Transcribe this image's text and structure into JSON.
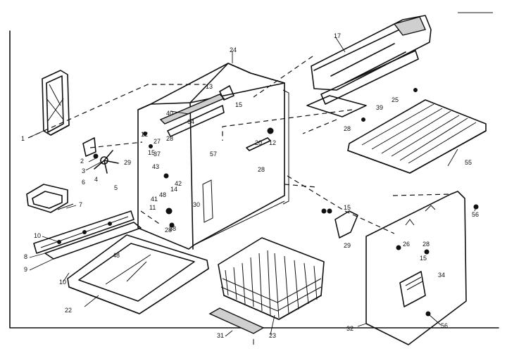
{
  "callouts": [
    {
      "id": "c1",
      "text": "1"
    },
    {
      "id": "c2",
      "text": "2"
    },
    {
      "id": "c3",
      "text": "3"
    },
    {
      "id": "c4",
      "text": "4"
    },
    {
      "id": "c5",
      "text": "5"
    },
    {
      "id": "c6",
      "text": "6"
    },
    {
      "id": "c7",
      "text": "7"
    },
    {
      "id": "c8",
      "text": "8"
    },
    {
      "id": "c9",
      "text": "9"
    },
    {
      "id": "c10a",
      "text": "10"
    },
    {
      "id": "c10b",
      "text": "10"
    },
    {
      "id": "c11",
      "text": "11"
    },
    {
      "id": "c12a",
      "text": "12"
    },
    {
      "id": "c12b",
      "text": "12"
    },
    {
      "id": "c13",
      "text": "13"
    },
    {
      "id": "c14",
      "text": "14"
    },
    {
      "id": "c15a",
      "text": "15"
    },
    {
      "id": "c15b",
      "text": "15"
    },
    {
      "id": "c15c",
      "text": "15"
    },
    {
      "id": "c15d",
      "text": "15"
    },
    {
      "id": "c17",
      "text": "17"
    },
    {
      "id": "c20",
      "text": "20"
    },
    {
      "id": "c22",
      "text": "22"
    },
    {
      "id": "c23",
      "text": "23"
    },
    {
      "id": "c24",
      "text": "24"
    },
    {
      "id": "c25",
      "text": "25"
    },
    {
      "id": "c26",
      "text": "26"
    },
    {
      "id": "c27",
      "text": "27"
    },
    {
      "id": "c28a",
      "text": "28"
    },
    {
      "id": "c28b",
      "text": "28"
    },
    {
      "id": "c28c",
      "text": "28"
    },
    {
      "id": "c28d",
      "text": "28"
    },
    {
      "id": "c28e",
      "text": "28"
    },
    {
      "id": "c29a",
      "text": "29"
    },
    {
      "id": "c29b",
      "text": "29"
    },
    {
      "id": "c30",
      "text": "30"
    },
    {
      "id": "c31",
      "text": "31"
    },
    {
      "id": "c32",
      "text": "32"
    },
    {
      "id": "c34",
      "text": "34"
    },
    {
      "id": "c37",
      "text": "37"
    },
    {
      "id": "c38",
      "text": "38"
    },
    {
      "id": "c39",
      "text": "39"
    },
    {
      "id": "c40",
      "text": "40"
    },
    {
      "id": "c41",
      "text": "41"
    },
    {
      "id": "c42",
      "text": "42"
    },
    {
      "id": "c43",
      "text": "43"
    },
    {
      "id": "c48a",
      "text": "48"
    },
    {
      "id": "c48b",
      "text": "48"
    },
    {
      "id": "c55",
      "text": "55"
    },
    {
      "id": "c56a",
      "text": "56"
    },
    {
      "id": "c56b",
      "text": "56"
    },
    {
      "id": "c57",
      "text": "57"
    },
    {
      "id": "c64",
      "text": "64"
    }
  ]
}
